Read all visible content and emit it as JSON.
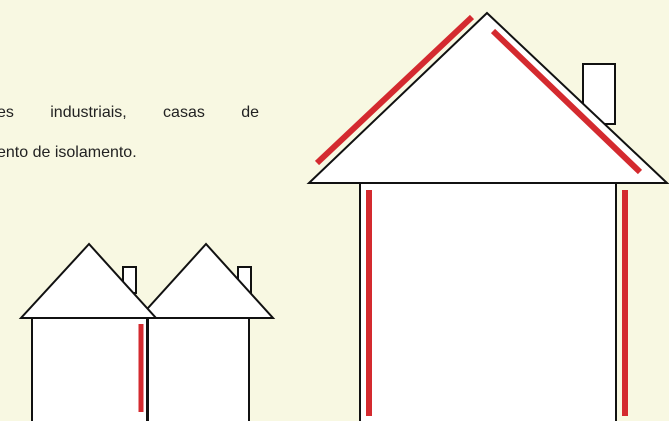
{
  "text": {
    "line1": "es industriais, casas de",
    "line2": "ento de isolamento.",
    "line3": "."
  },
  "colors": {
    "background": "#f8f8e2",
    "outline": "#111111",
    "fill": "#ffffff",
    "insulation": "#d42a2f"
  },
  "illustration": {
    "houses": [
      "large-house",
      "small-house-left",
      "small-house-right"
    ],
    "insulated_parts": [
      "roof",
      "walls"
    ]
  }
}
